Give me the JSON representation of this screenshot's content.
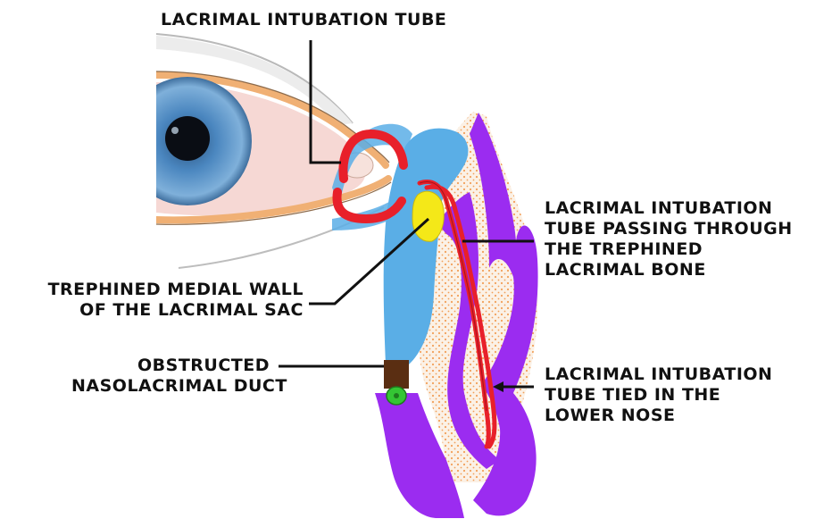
{
  "labels": {
    "tube_top": [
      "LACRIMAL INTUBATION TUBE"
    ],
    "tube_through_bone": [
      "LACRIMAL INTUBATION",
      "TUBE PASSING THROUGH",
      "THE TREPHINED",
      "LACRIMAL BONE"
    ],
    "medial_wall": [
      "TREPHINED MEDIAL WALL",
      "OF THE LACRIMAL SAC"
    ],
    "obstructed_duct": [
      "OBSTRUCTED",
      "NASOLACRIMAL DUCT"
    ],
    "tube_tied": [
      "LACRIMAL INTUBATION",
      "TUBE TIED IN THE",
      "LOWER NOSE"
    ]
  },
  "colors": {
    "lacrimal_sac": "#5aaee6",
    "tube": "#e8202a",
    "nasal_mucosa": "#9b2cf0",
    "bone": "#f2a05a",
    "trephination": "#f4e818",
    "obstruction": "#5a2e12",
    "tube_knot": "#34c634",
    "iris": "#4a86bf",
    "eyelid": "#f0b074",
    "conjunctiva": "#f6d8d4"
  }
}
